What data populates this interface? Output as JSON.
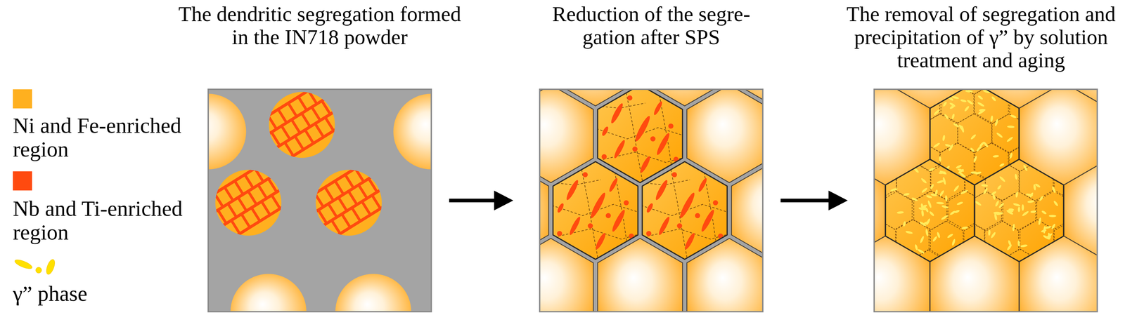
{
  "diagram": {
    "nodes": [
      {
        "text": [
          "The dendritic segregation formed in the IN718 powder"
        ]
      },
      {
        "text": [
          "Reduction of the segre- gation after SPS"
        ]
      },
      {
        "text": [
          "The removal of segregation and precipitation of γ” by solution treatment and aging"
        ]
      }
    ],
    "edges": [
      {
        "from": 0,
        "to": 1,
        "arrow": "to"
      },
      {
        "from": 1,
        "to": 2,
        "arrow": "to"
      }
    ],
    "legend": [
      {
        "text": "Ni and Fe-enriched region",
        "color": "#FFB01F"
      },
      {
        "text": "Nb and Ti-enriched region",
        "color": "#FF4A0F"
      },
      {
        "text": "γ” phase"
      }
    ]
  }
}
